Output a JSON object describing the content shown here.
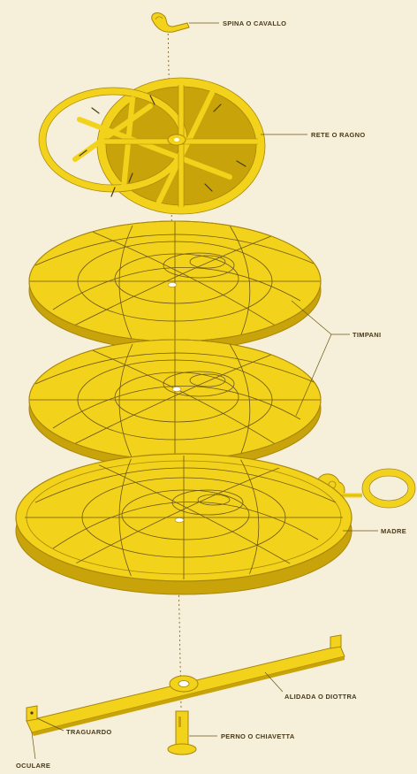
{
  "colors": {
    "background": "#f6efd9",
    "gold": "#f2d21a",
    "gold_dark": "#c9a30a",
    "gold_edge": "#a8870a",
    "ink": "#4a3a1a",
    "line": "#6b5516"
  },
  "labels": {
    "spina": "SPINA O CAVALLO",
    "rete": "RETE O RAGNO",
    "timpani": "TIMPANI",
    "madre": "MADRE",
    "alidada": "ALIDADA O DIOTTRA",
    "traguardo": "TRAGUARDO",
    "perno": "PERNO O CHIAVETTA",
    "oculare": "OCULARE"
  }
}
